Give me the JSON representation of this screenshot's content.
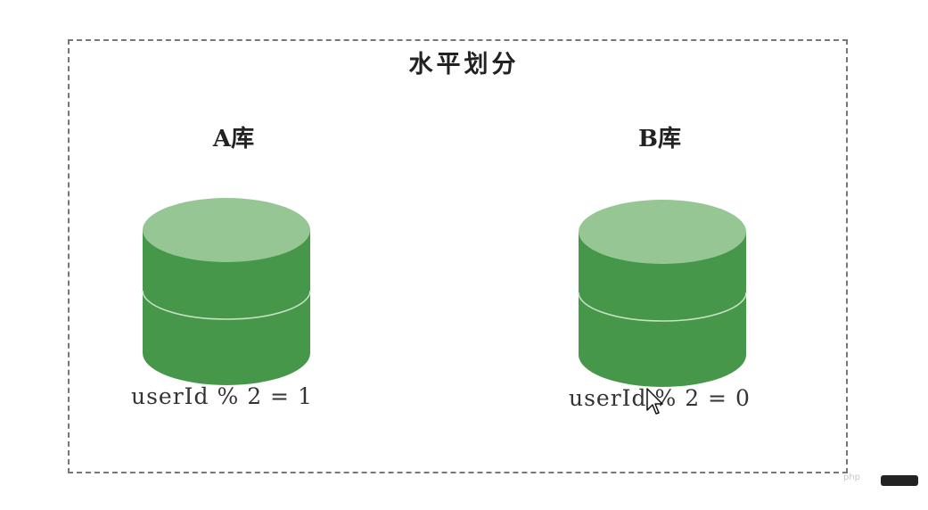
{
  "diagram": {
    "title": "水平划分",
    "databases": [
      {
        "label": "A库",
        "condition": "userId % 2 = 1"
      },
      {
        "label": "B库",
        "condition": "userId % 2 = 0"
      }
    ],
    "colors": {
      "cylinder_top": "#97c695",
      "cylinder_body": "#469749",
      "divider_line": "#c9e3c7",
      "frame_border": "#777777"
    }
  },
  "watermark": {
    "text": "php"
  }
}
